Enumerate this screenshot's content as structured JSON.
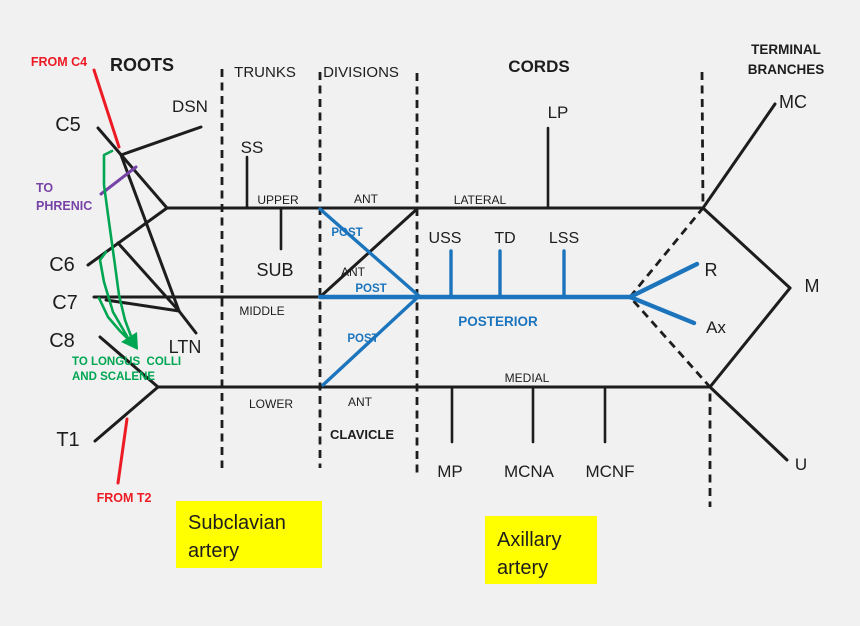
{
  "colors": {
    "background": "#f1f1f2",
    "black": "#1d1d1d",
    "blue": "#1c75bc",
    "red": "#ed1b24",
    "green": "#00a651",
    "purple": "#7743a6",
    "yellow": "#ffff00"
  },
  "headers": {
    "roots": "ROOTS",
    "trunks": "TRUNKS",
    "divisions": "DIVISIONS",
    "cords": "CORDS",
    "terminal_branches_line1": "TERMINAL",
    "terminal_branches_line2": "BRANCHES"
  },
  "roots": {
    "c5": "C5",
    "c6": "C6",
    "c7": "C7",
    "c8": "C8",
    "t1": "T1",
    "from_c4": "FROM C4",
    "from_t2": "FROM T2",
    "to_phrenic_line1": "TO",
    "to_phrenic_line2": "PHRENIC",
    "to_longus_colli_line1": "TO LONGUS  COLLI",
    "to_longus_colli_line2": "AND SCALENE",
    "dsn": "DSN",
    "ltn": "LTN"
  },
  "trunks": {
    "upper": "UPPER",
    "middle": "MIDDLE",
    "lower": "LOWER",
    "ss": "SS",
    "sub": "SUB"
  },
  "divisions": {
    "ant_upper": "ANT",
    "post_upper": "POST",
    "ant_middle": "ANT",
    "post_middle": "POST",
    "ant_lower": "ANT",
    "post_lower": "POST",
    "clavicle": "CLAVICLE"
  },
  "cords": {
    "lateral": "LATERAL",
    "posterior": "POSTERIOR",
    "medial": "MEDIAL",
    "lp": "LP",
    "uss": "USS",
    "td": "TD",
    "lss": "LSS",
    "mp": "MP",
    "mcna": "MCNA",
    "mcnf": "MCNF"
  },
  "terminal_branches": {
    "mc": "MC",
    "m": "M",
    "r": "R",
    "ax": "Ax",
    "u": "U"
  },
  "annotations": {
    "subclavian_artery": {
      "line1": "Subclavian",
      "line2": "artery"
    },
    "axillary_artery": {
      "line1": "Axillary",
      "line2": "artery"
    }
  }
}
